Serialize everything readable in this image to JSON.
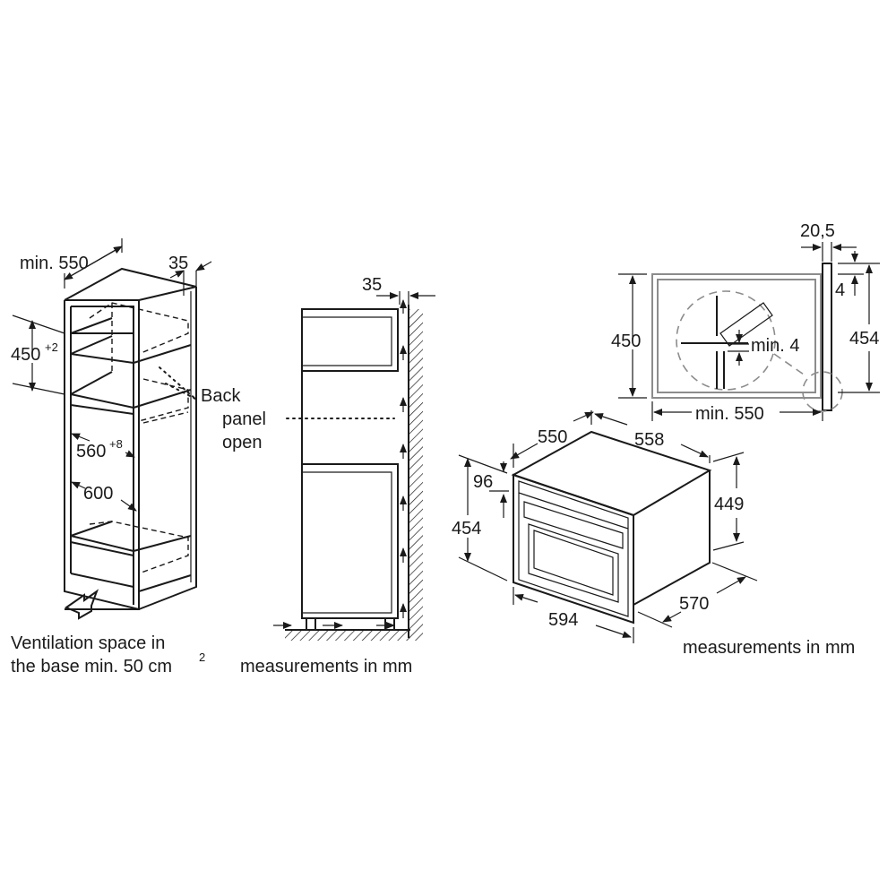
{
  "cabinet": {
    "width_label": "min. 550",
    "top_gap_label": "35",
    "height_label": "450",
    "height_tolerance": "+2",
    "inner_width_label": "560",
    "inner_width_tolerance": "+8",
    "depth_label": "600",
    "back_panel_line1": "Back",
    "back_panel_line2": "panel",
    "back_panel_line3": "open",
    "ventilation_line1": "Ventilation space in",
    "ventilation_line2": "the base min. 50 cm",
    "ventilation_unit_sup": "2"
  },
  "side_view": {
    "gap_label": "35",
    "units_note": "measurements in mm"
  },
  "top_view": {
    "flange_label": "20,5",
    "flange_offset_label": "4",
    "height_left_label": "450",
    "height_right_label": "454",
    "gap_label": "min. 4",
    "depth_label": "min. 550"
  },
  "appliance": {
    "width_top_label": "550",
    "depth_top_label": "558",
    "panel_label": "96",
    "height_front_label": "454",
    "height_body_label": "449",
    "depth_bottom_label": "570",
    "width_front_label": "594",
    "units_note": "measurements in mm"
  }
}
